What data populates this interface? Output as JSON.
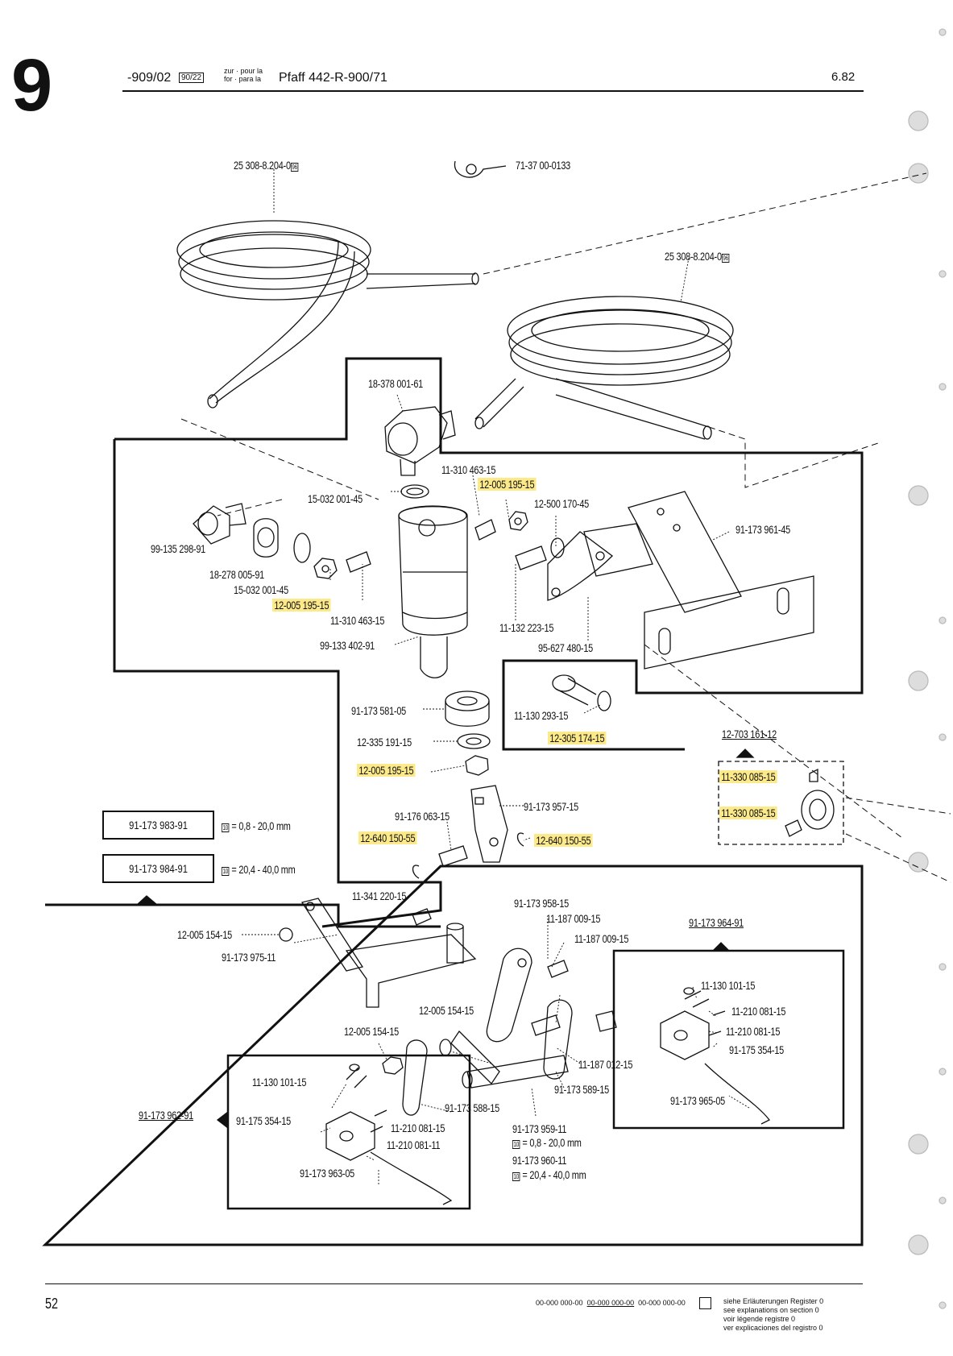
{
  "header": {
    "section_number": "9",
    "code": "-909/02",
    "register": "90/22",
    "zur_pour": "zur · pour la",
    "for_para": "for · para la",
    "model": "Pfaff 442-R-900/71",
    "date": "6.82"
  },
  "parts": {
    "hose_top": "25 308-8.204-0",
    "hose_top_reg": "96",
    "clip": "71-37 00-0133",
    "hose_right": "25 308-8.204-0",
    "hose_right_reg": "96",
    "p18_378": "18-378 001-61",
    "p11_310_a": "11-310 463-15",
    "p12_005_a": "12-005 195-15",
    "p12_500": "12-500 170-45",
    "p91_173_961": "91-173 961-45",
    "p15_032_a": "15-032 001-45",
    "p99_135": "99-135 298-91",
    "p18_278": "18-278 005-91",
    "p15_032_b": "15-032 001-45",
    "p12_005_b": "12-005 195-15",
    "p11_310_b": "11-310 463-15",
    "p99_133": "99-133 402-91",
    "p11_132": "11-132 223-15",
    "p95_627": "95-627 480-15",
    "p11_130_a": "11-130 293-15",
    "p12_305": "12-305 174-15",
    "p91_173_581": "91-173 581-05",
    "p12_335": "12-335 191-15",
    "p12_005_c": "12-005 195-15",
    "p91_176": "91-176 063-15",
    "p91_173_957": "91-173 957-15",
    "p12_640_a": "12-640 150-55",
    "p12_640_b": "12-640 150-55",
    "p12_703": "12-703 161-12",
    "p11_330_a": "11-330 085-15",
    "p11_330_b": "11-330 085-15",
    "p11_341": "11-341 220-15",
    "p12_005_154_a": "12-005 154-15",
    "p91_173_975": "91-173 975-11",
    "p91_173_958": "91-173 958-15",
    "p11_187_a": "11-187 009-15",
    "p11_187_b": "11-187 009-15",
    "p91_173_964": "91-173 964-91",
    "p11_130_b": "11-130 101-15",
    "p11_210_a": "11-210 081-15",
    "p11_210_b": "11-210 081-15",
    "p91_175_a": "91-175 354-15",
    "p91_173_965": "91-173 965-05",
    "p12_005_154_b": "12-005 154-15",
    "p12_005_154_c": "12-005 154-15",
    "p11_187_012": "11-187 012-15",
    "p91_173_589": "91-173 589-15",
    "p91_173_588": "91-173 588-15",
    "p11_130_c": "11-130 101-15",
    "p91_175_b": "91-175 354-15",
    "p11_210_c": "11-210 081-15",
    "p11_210_d": "11-210 081-11",
    "p91_173_963": "91-173 963-05",
    "p91_173_962": "91-173 962-91",
    "p91_173_959": "91-173 959-11",
    "p91_173_959_range": "= 0,8 - 20,0 mm",
    "p91_173_960": "91-173 960-11",
    "p91_173_960_range": "= 20,4 - 40,0 mm",
    "range_reg": "10"
  },
  "left_boxes": {
    "box1": "91-173 983-91",
    "box1_range": "= 0,8 - 20,0 mm",
    "box2": "91-173 984-91",
    "box2_range": "= 20,4 - 40,0 mm",
    "reg": "10"
  },
  "footer": {
    "page": "52",
    "codes_a": "00-000 000-00",
    "codes_b": "00-000 000-00",
    "codes_c": "00-000 000-00",
    "note_de": "siehe Erläuterungen Register 0",
    "note_en": "see explanations on section 0",
    "note_fr": "voir légende registre 0",
    "note_es": "ver explicaciones del registro 0"
  }
}
